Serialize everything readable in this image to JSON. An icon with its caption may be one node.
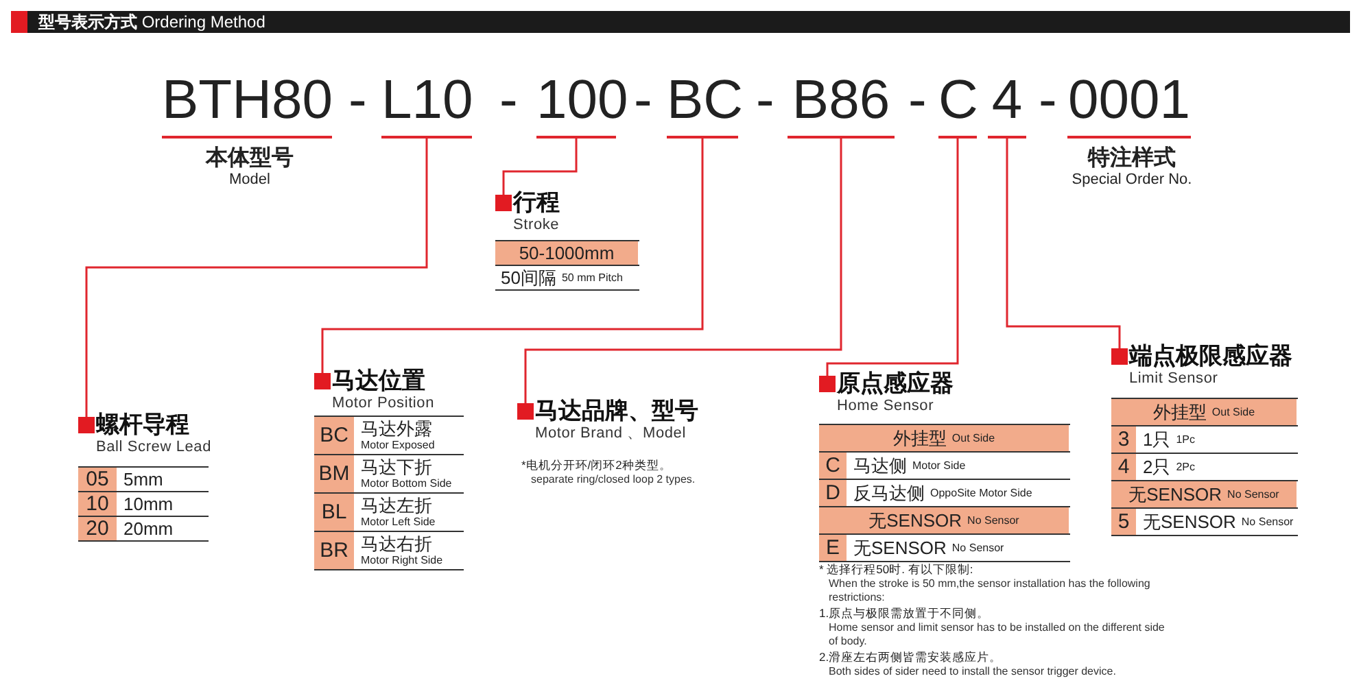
{
  "diagram": {
    "title": "**型号表示方式** Ordering Method",
    "nodes": [
      {
        "text": [
          "BTH80"
        ],
        "beside": [
          "本体型号",
          "Model"
        ]
      },
      {
        "text": [
          "L10"
        ]
      },
      {
        "text": [
          "100"
        ]
      },
      {
        "text": [
          "BC"
        ]
      },
      {
        "text": [
          "B86"
        ]
      },
      {
        "text": [
          "C"
        ]
      },
      {
        "text": [
          "4"
        ]
      },
      {
        "text": [
          "0001"
        ],
        "beside": [
          "特注样式",
          "Special Order No."
        ]
      },
      {
        "text": [
          "行程",
          "Stroke"
        ]
      },
      {
        "text": [
          "螺杆导程",
          "Ball Screw Lead"
        ]
      },
      {
        "text": [
          "马达位置",
          "Motor Position"
        ]
      },
      {
        "text": [
          "马达品牌、型号",
          "Motor Brand 、Model"
        ]
      },
      {
        "text": [
          "原点感应器",
          "Home Sensor"
        ]
      },
      {
        "text": [
          "端点极限感应器",
          "Limit Sensor"
        ]
      }
    ],
    "edges": [
      {
        "from": 1,
        "to": 9,
        "arrow": "none"
      },
      {
        "from": 2,
        "to": 8,
        "arrow": "none"
      },
      {
        "from": 3,
        "to": 10,
        "arrow": "none"
      },
      {
        "from": 4,
        "to": 11,
        "arrow": "none"
      },
      {
        "from": 5,
        "to": 12,
        "arrow": "none"
      },
      {
        "from": 6,
        "to": 13,
        "arrow": "none"
      }
    ],
    "labels": [
      "-",
      "-",
      "-",
      "-",
      "-",
      "-",
      "50-1000mm",
      "50间隔",
      "50 mm Pitch",
      "05",
      "5mm",
      "10",
      "10mm",
      "20",
      "20mm",
      "BC",
      "马达外露",
      "Motor Exposed",
      "BM",
      "马达下折",
      "Motor Bottom Side",
      "BL",
      "马达左折",
      "Motor Left Side",
      "BR",
      "马达右折",
      "Motor Right Side",
      "*电机分开环/闭环2种类型。",
      "separate ring/closed loop 2 types.",
      "外挂型",
      "Out Side",
      "C",
      "马达侧",
      "Motor Side",
      "D",
      "反马达侧",
      "OppoSite Motor Side",
      "无SENSOR",
      "No Sensor",
      "E",
      "无SENSOR",
      "No Sensor",
      "* 选择行程50时. 有以下限制:",
      "When the stroke is 50 mm,the sensor installation has the following restrictions:",
      "1.原点与极限需放置于不同侧。",
      "Home sensor and limit sensor has to be installed on the different side of body.",
      "2.滑座左右两侧皆需安装感应片。",
      "Both sides of sider need to install the sensor trigger device.",
      "外挂型",
      "Out Side",
      "3",
      "1只",
      "1Pc",
      "4",
      "2只",
      "2Pc",
      "无SENSOR",
      "No Sensor",
      "5",
      "无SENSOR",
      "No Sensor"
    ]
  }
}
